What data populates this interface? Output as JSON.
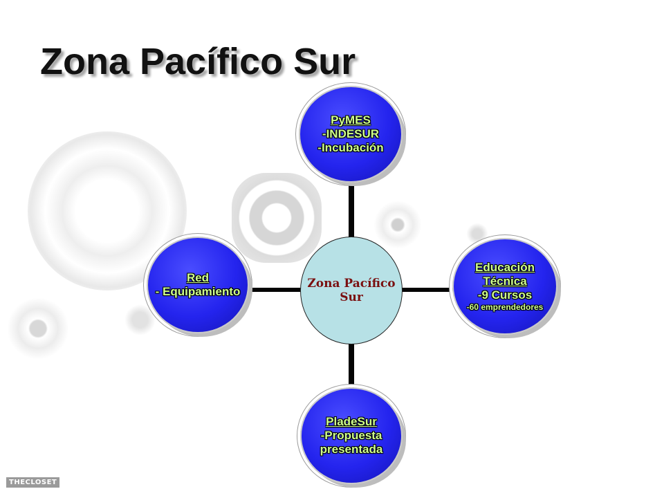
{
  "title": "Zona Pacífico Sur",
  "diagram": {
    "center": {
      "lines": [
        "Zona Pacífico",
        "Sur"
      ]
    },
    "nodes": {
      "top": {
        "lines": [
          "PyMES",
          "-INDESUR",
          "-Incubación"
        ]
      },
      "right": {
        "lines": [
          "Educación ",
          "Técnica",
          "-9 Cursos",
          "-60 emprendedores"
        ]
      },
      "bottom": {
        "lines": [
          "PladeSur",
          "-Propuesta",
          "presentada"
        ]
      },
      "left": {
        "lines": [
          "Red",
          "- Equipamiento"
        ]
      }
    }
  },
  "watermark": "THECLOSET",
  "colors": {
    "node_fill": "#2424ee",
    "node_text": "#cfff8f",
    "center_fill": "#b7e1e6",
    "center_text": "#7a1010",
    "connector": "#050505"
  }
}
